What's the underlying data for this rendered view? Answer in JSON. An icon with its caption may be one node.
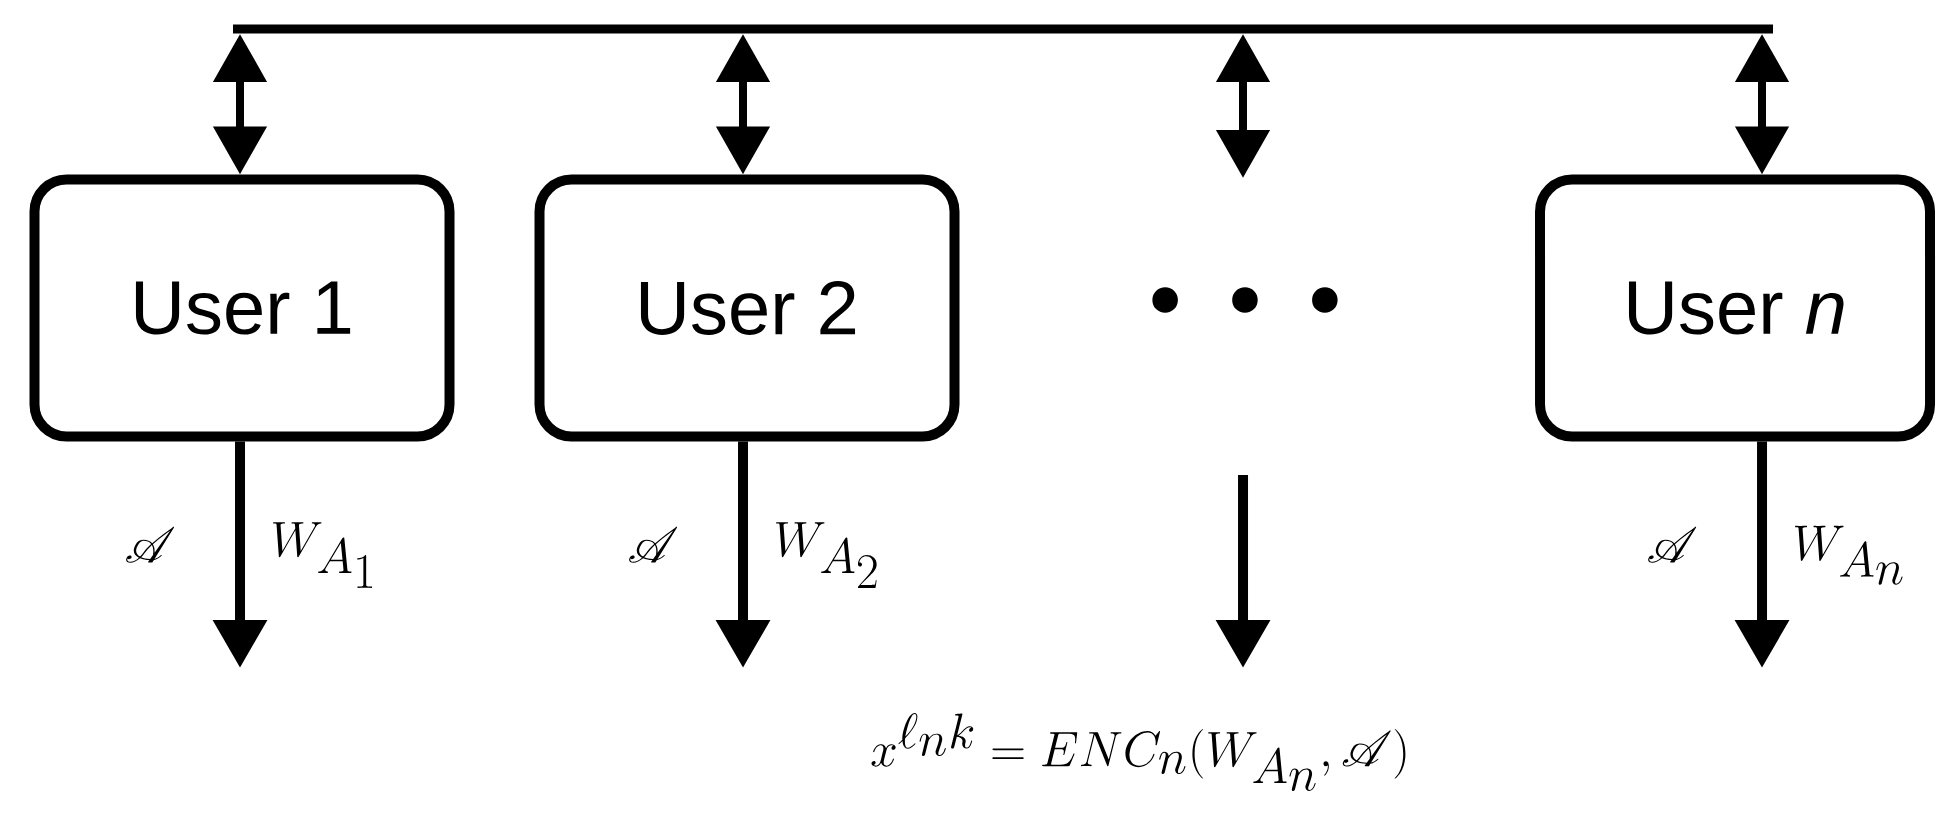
{
  "diagram": {
    "nodes": [
      {
        "text": [],
        "shape": "bar"
      },
      {
        "text": [
          "User 1"
        ]
      },
      {
        "text": [
          "User 2"
        ]
      },
      {
        "text": [
          "User *n*"
        ]
      }
    ],
    "edges": [
      {
        "from": 0,
        "to": 1,
        "arrow": "both"
      },
      {
        "from": 0,
        "to": 2,
        "arrow": "both"
      },
      {
        "from": 0,
        "to": null,
        "arrow": "both"
      },
      {
        "from": 0,
        "to": 3,
        "arrow": "both"
      },
      {
        "from": 1,
        "to": null,
        "arrow": "to",
        "label": "W_{A_1}"
      },
      {
        "from": 2,
        "to": null,
        "arrow": "to",
        "label": "W_{A_2}"
      },
      {
        "from": 3,
        "to": null,
        "arrow": "to",
        "label": "W_{A_n}"
      }
    ],
    "labels": [
      "• • •",
      "\\mathscr{A}",
      "\\mathscr{A}",
      "\\mathscr{A}",
      "x^{\\ell_n k} = ENC_n(W_{A_n}, \\mathscr{A})"
    ]
  }
}
